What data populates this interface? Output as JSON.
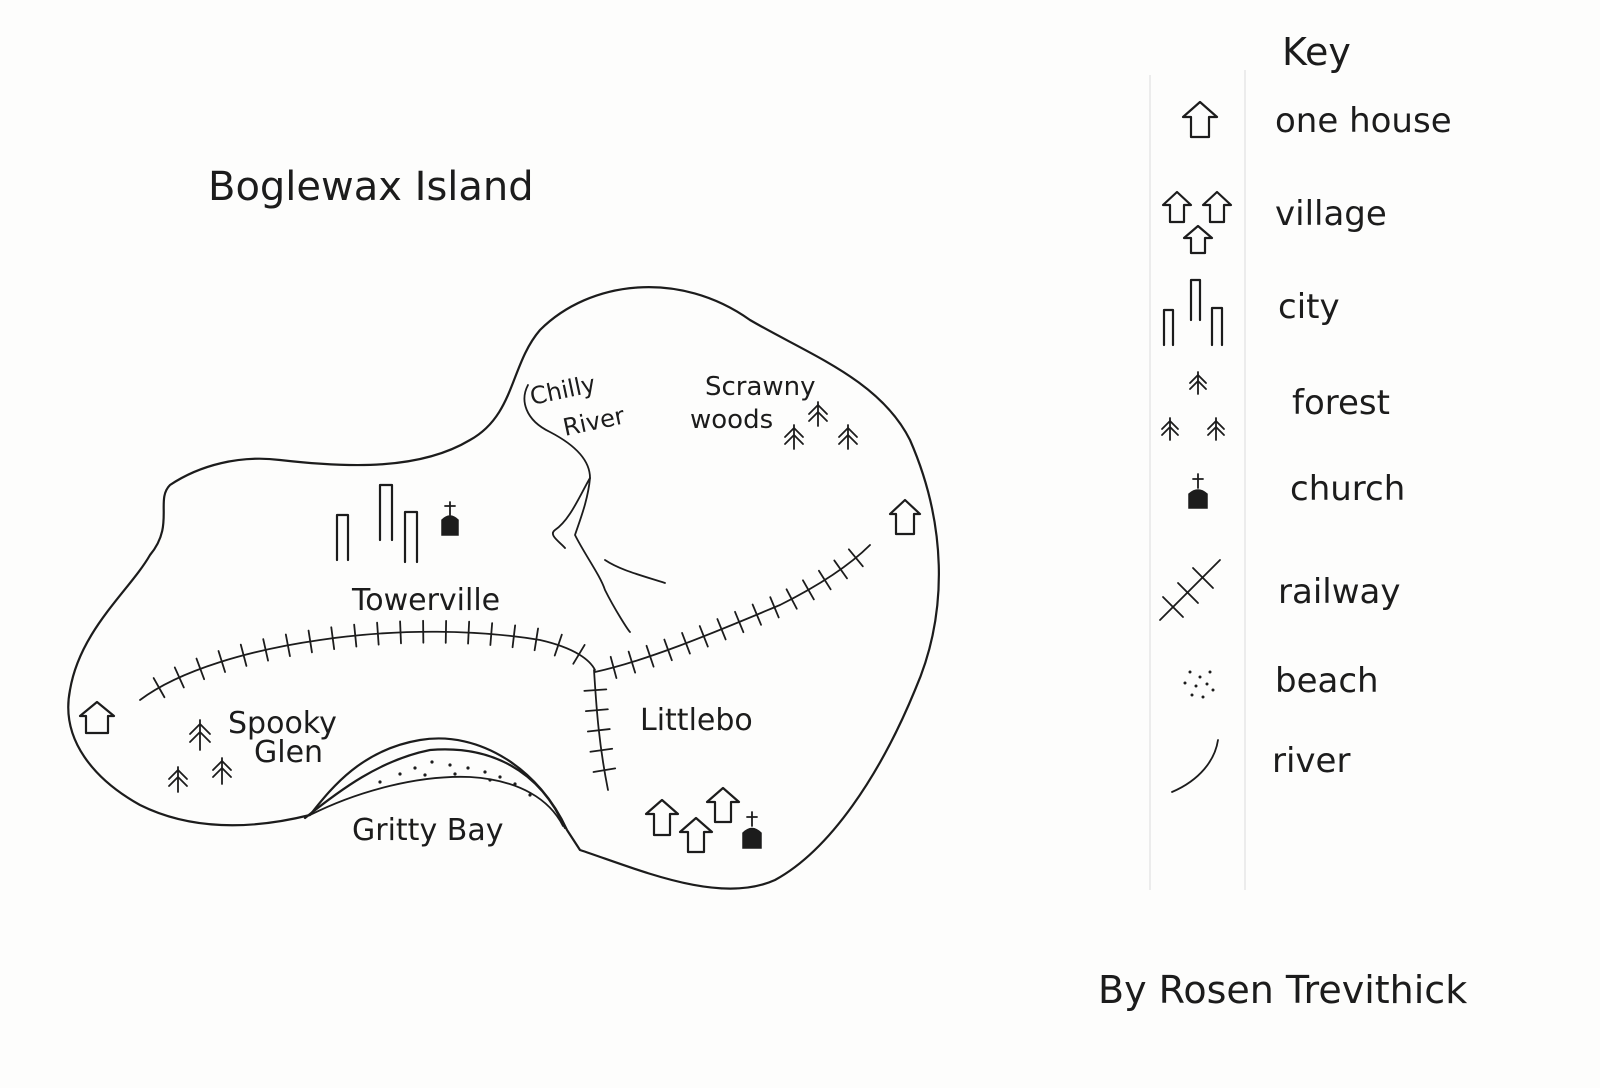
{
  "title": "Boglewax Island",
  "author": "By Rosen Trevithick",
  "places": {
    "towerville": "Towerville",
    "littlebo": "Littlebo",
    "spooky_glen_1": "Spooky",
    "spooky_glen_2": "Glen",
    "gritty_bay": "Gritty Bay",
    "chilly_river_1": "Chilly",
    "chilly_river_2": "River",
    "scrawny_woods_1": "Scrawny",
    "scrawny_woods_2": "woods"
  },
  "key": {
    "heading": "Key",
    "items": [
      {
        "icon": "house-icon",
        "label": "one house"
      },
      {
        "icon": "village-icon",
        "label": "village"
      },
      {
        "icon": "city-icon",
        "label": "city"
      },
      {
        "icon": "forest-icon",
        "label": "forest"
      },
      {
        "icon": "church-icon",
        "label": "church"
      },
      {
        "icon": "railway-icon",
        "label": "railway"
      },
      {
        "icon": "beach-icon",
        "label": "beach"
      },
      {
        "icon": "river-icon",
        "label": "river"
      }
    ]
  },
  "colors": {
    "ink": "#1c1c1c",
    "paper": "#fdfdfc"
  }
}
